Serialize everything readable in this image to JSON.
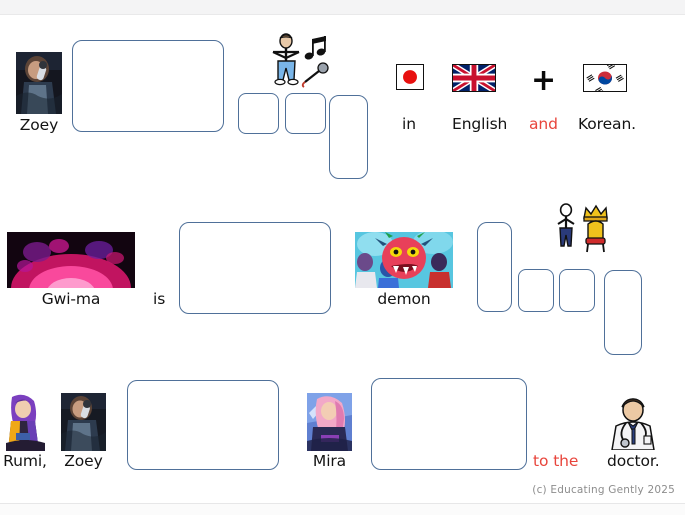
{
  "worksheet": {
    "copyright": "(c) Educating Gently 2025",
    "box_border_color": "#4f7099",
    "highlight_color": "#e8453c",
    "text_color": "#141414"
  },
  "rows": [
    {
      "id": "row-1",
      "picture_labels": [
        {
          "name": "zoey",
          "label": "Zoey",
          "alt": "zoey-photo"
        }
      ],
      "clipart": [
        {
          "name": "singing-figure-icon",
          "alt": "stick figure singing with music notes and microphone"
        }
      ],
      "flags": [
        {
          "name": "japan-flag-icon",
          "label": "in"
        },
        {
          "name": "uk-flag-icon",
          "label": "English"
        },
        {
          "name": "korea-flag-icon",
          "label": "Korean."
        }
      ],
      "words": [
        {
          "name": "word-in",
          "text": "in",
          "color": "black"
        },
        {
          "name": "word-english",
          "text": "English",
          "color": "black"
        },
        {
          "name": "word-and",
          "text": "and",
          "color": "red"
        },
        {
          "name": "word-korean",
          "text": "Korean.",
          "color": "black"
        }
      ],
      "plus": "+",
      "answer_boxes": 4
    },
    {
      "id": "row-2",
      "picture_labels": [
        {
          "name": "gwi-ma",
          "label": "Gwi-ma",
          "alt": "gwi-ma-photo"
        },
        {
          "name": "demon",
          "label": "demon",
          "alt": "demon-photo"
        }
      ],
      "clipart": [
        {
          "name": "king-throne-icon",
          "alt": "stick figure with crown and throne"
        }
      ],
      "words": [
        {
          "name": "word-is",
          "text": "is",
          "color": "black"
        }
      ],
      "answer_boxes": 5
    },
    {
      "id": "row-3",
      "picture_labels": [
        {
          "name": "rumi",
          "label": "Rumi,",
          "alt": "rumi-photo"
        },
        {
          "name": "zoey",
          "label": "Zoey",
          "alt": "zoey-photo"
        },
        {
          "name": "mira",
          "label": "Mira",
          "alt": "mira-photo"
        }
      ],
      "clipart": [
        {
          "name": "doctor-icon",
          "alt": "doctor with stethoscope"
        }
      ],
      "words": [
        {
          "name": "word-to-the",
          "text": "to the",
          "color": "red"
        },
        {
          "name": "word-doctor",
          "text": "doctor.",
          "color": "black"
        }
      ],
      "answer_boxes": 2
    }
  ],
  "labels": {
    "zoey_1": "Zoey",
    "gwima": "Gwi-ma",
    "is": "is",
    "demon": "demon",
    "rumi": "Rumi,",
    "zoey_2": "Zoey",
    "mira": "Mira",
    "to_the": "to the",
    "doctor": "doctor.",
    "in": "in",
    "english": "English",
    "and": "and",
    "korean": "Korean.",
    "plus": "+",
    "copyright": "(c) Educating Gently 2025"
  }
}
